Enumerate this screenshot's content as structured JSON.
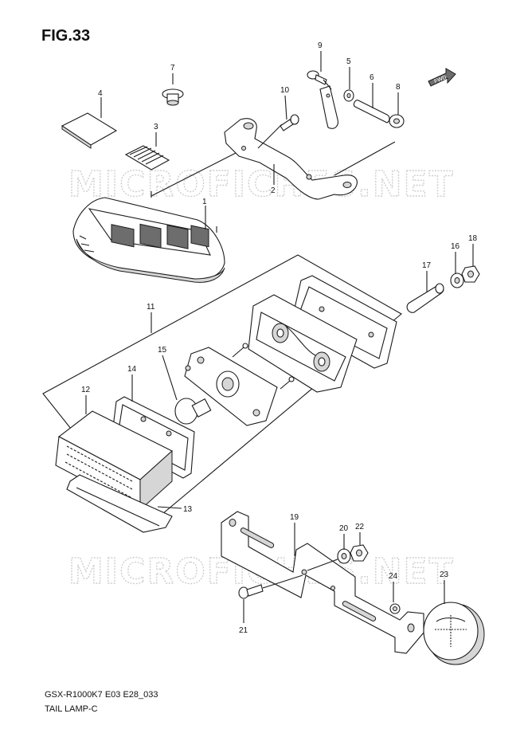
{
  "figure": {
    "title": "FIG.33",
    "model_code": "GSX-R1000K7 E03 E28_033",
    "section_name": "TAIL LAMP-C"
  },
  "watermark": "MICROFICHES.NET",
  "fwd_label": "FWD",
  "callouts": [
    "1",
    "2",
    "3",
    "4",
    "5",
    "6",
    "7",
    "8",
    "9",
    "10",
    "11",
    "12",
    "13",
    "14",
    "15",
    "16",
    "17",
    "18",
    "19",
    "20",
    "21",
    "22",
    "23",
    "24"
  ]
}
